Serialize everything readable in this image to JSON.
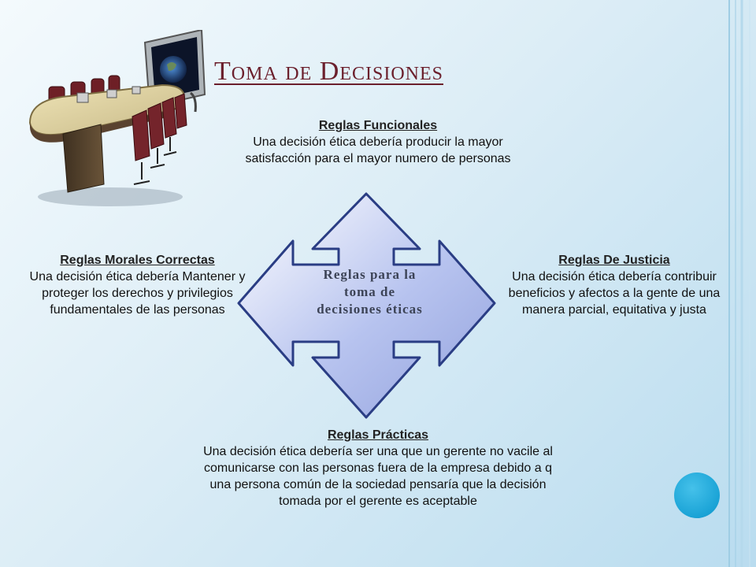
{
  "slide": {
    "title": "Toma de Decisiones",
    "center_label": "Reglas para la toma de decisiones éticas",
    "rules": {
      "top": {
        "heading": "Reglas Funcionales",
        "body": "Una decisión ética debería producir la mayor satisfacción para el mayor numero de personas"
      },
      "left": {
        "heading": "Reglas Morales Correctas",
        "body": "Una decisión ética debería Mantener y proteger los derechos y privilegios fundamentales de las personas"
      },
      "right": {
        "heading": "Reglas De Justicia",
        "body": "Una decisión ética debería contribuir beneficios y afectos a la gente de una manera parcial, equitativa y justa"
      },
      "bottom": {
        "heading": "Reglas Prácticas",
        "body": "Una decisión ética debería ser una que un gerente no vacile al comunicarse con las personas fuera de la empresa debido a q una persona común de la sociedad pensaría que la decisión tomada por el gerente es aceptable"
      }
    },
    "colors": {
      "title": "#6b1f2c",
      "arrow_fill": "#a9b7e6",
      "arrow_stroke": "#2a3d84",
      "accent_circle": "#1aa3d6"
    },
    "icons": {
      "clipart": "conference-table-icon",
      "decoration": "accent-circle"
    }
  }
}
